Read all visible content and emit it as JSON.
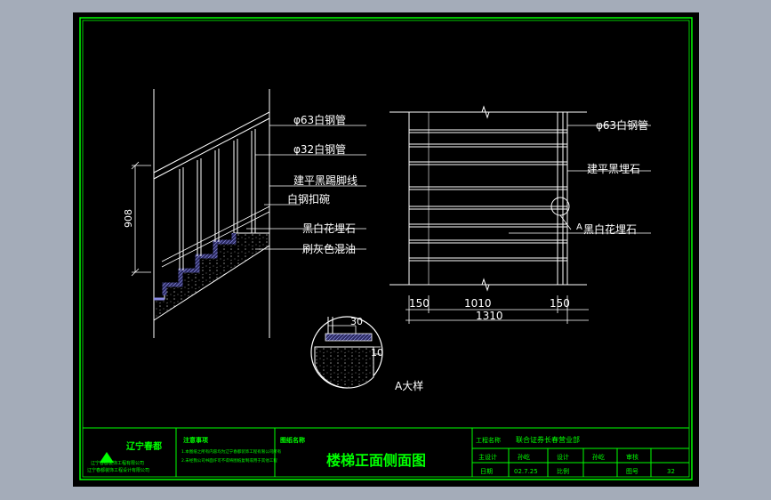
{
  "colors": {
    "page_bg": "#a4acb9",
    "sheet_bg": "#000000",
    "frame": "#00ff00",
    "line": "#ffffff",
    "hatch": "#7070c0"
  },
  "left_elevation": {
    "height_dim": "908",
    "labels": [
      "φ63白钢管",
      "φ32白钢管",
      "建平黑踢脚线",
      "白钢扣碗",
      "黑白花埋石",
      "刷灰色混油"
    ]
  },
  "right_elevation": {
    "labels": [
      "φ63白钢管",
      "建平黑埋石",
      "黑白花埋石"
    ],
    "section_mark": "A",
    "dims": [
      "150",
      "1010",
      "150"
    ],
    "total_dim": "1310"
  },
  "detail": {
    "dims": [
      "30",
      "10"
    ],
    "title": "A大样"
  },
  "title_block": {
    "company_name": "辽宁春都",
    "company_lines": [
      "辽宁春都装饰工程有限公司",
      "辽宁春都装饰工程设计有限公司"
    ],
    "notes_title": "注意事项",
    "notes_lines": [
      "1.本图纸之所有内容均为辽宁春都装饰工程有限公司所有",
      "2.未经我公司书面许可不得将图纸复制或用于其他工程"
    ],
    "drawing_name_label": "图纸名称",
    "drawing_title": "楼梯正面侧面图",
    "project_label": "工程名称",
    "project_value": "联合证券长春营业部",
    "design_lead_label": "主设计",
    "design_lead_value": "孙屹",
    "designer_label": "设计",
    "designer_value": "孙屹",
    "review_label": "审核",
    "date_label": "日期",
    "date_value": "02.7.25",
    "scale_label": "比例",
    "sheet_label": "图号",
    "sheet_value": "32"
  }
}
